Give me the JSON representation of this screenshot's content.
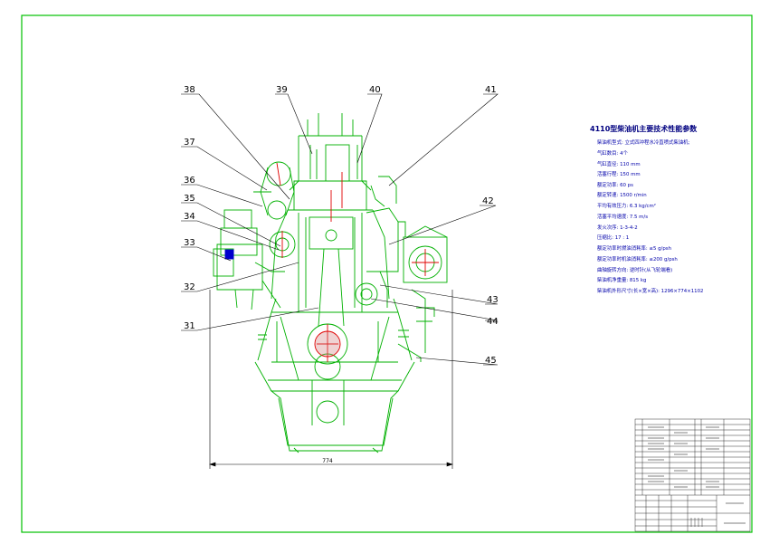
{
  "drawing": {
    "callouts": [
      {
        "label": "38"
      },
      {
        "label": "39"
      },
      {
        "label": "40"
      },
      {
        "label": "41"
      },
      {
        "label": "37"
      },
      {
        "label": "36"
      },
      {
        "label": "35"
      },
      {
        "label": "42"
      },
      {
        "label": "34"
      },
      {
        "label": "33"
      },
      {
        "label": "32"
      },
      {
        "label": "43"
      },
      {
        "label": "44"
      },
      {
        "label": "31"
      },
      {
        "label": "45"
      }
    ],
    "dimension": "774",
    "colors": {
      "border": "#00c000",
      "geometry": "#00b000",
      "leader": "#000000",
      "accent_red": "#e00000",
      "accent_blue": "#0000cc",
      "text_blue": "#0000aa"
    }
  },
  "spec": {
    "title": "4110型柴油机主要技术性能参数",
    "lines": [
      "柴油机型式: 立式四冲程水冷直喷式柴油机;",
      "气缸数目: 4个",
      "气缸直径: 110 mm",
      "活塞行程: 150 mm",
      "额定功率: 60 ps",
      "额定转速: 1500 r/min",
      "平均有效压力: 6.3 kg/cm²",
      "活塞平均速度: 7.5 m/s",
      "发火次序: 1-3-4-2",
      "压缩比: 17 : 1",
      "额定功率时燃油消耗率: ≤5 g/psh",
      "额定功率时机油消耗率: ≤200 g/psh",
      "曲轴旋转方向: 逆时针(从飞轮端看)",
      "柴油机净重量: 815 kg",
      "柴油机外形尺寸(长×宽×高): 1296×774×1102"
    ]
  }
}
